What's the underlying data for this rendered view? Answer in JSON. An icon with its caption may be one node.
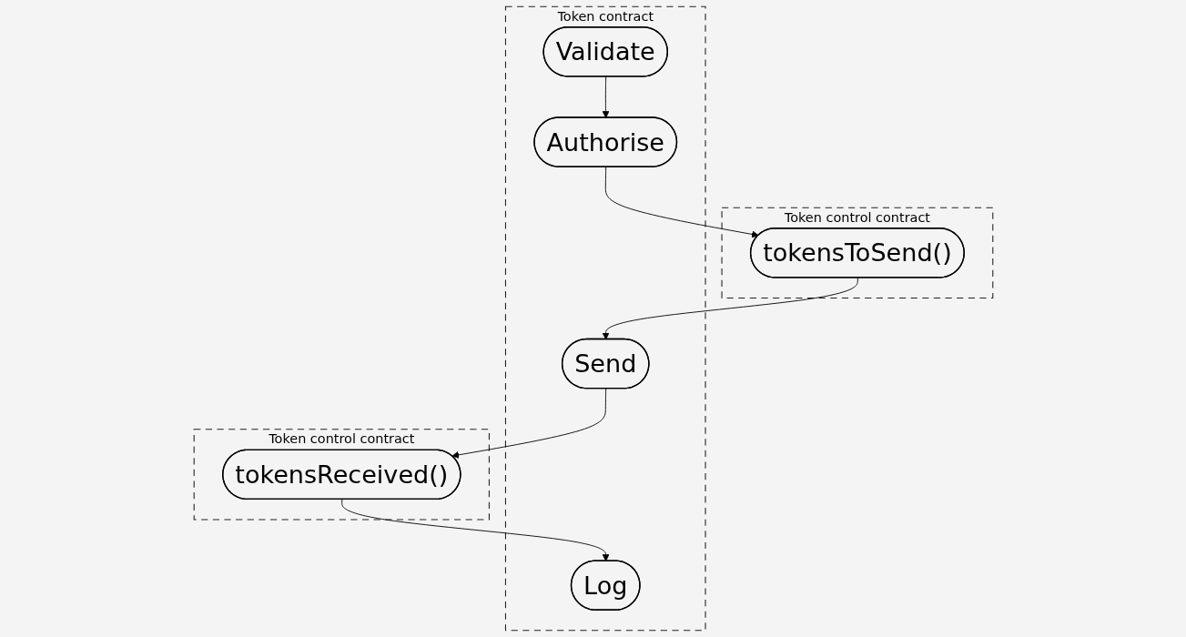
{
  "diagram": {
    "nodes": [
      {
        "text": [
          "Token control contract"
        ]
      },
      {
        "text": [
          "Token contract"
        ]
      },
      {
        "text": [
          "Token control contract"
        ]
      },
      {
        "text": [
          "Validate"
        ],
        "in": 1
      },
      {
        "text": [
          "Authorise"
        ],
        "in": 1
      },
      {
        "text": [
          "tokensToSend()"
        ],
        "in": 0
      },
      {
        "text": [
          "Send"
        ],
        "in": 1
      },
      {
        "text": [
          "tokensReceived()"
        ],
        "in": 2
      },
      {
        "text": [
          "Log"
        ],
        "in": 1
      }
    ],
    "edges": [
      {
        "from": 3,
        "to": 4,
        "arrow": "to"
      },
      {
        "from": 4,
        "to": 5,
        "arrow": "to"
      },
      {
        "from": 5,
        "to": 6,
        "arrow": "to"
      },
      {
        "from": 6,
        "to": 7,
        "arrow": "to"
      },
      {
        "from": 7,
        "to": 8,
        "arrow": "to"
      }
    ]
  }
}
